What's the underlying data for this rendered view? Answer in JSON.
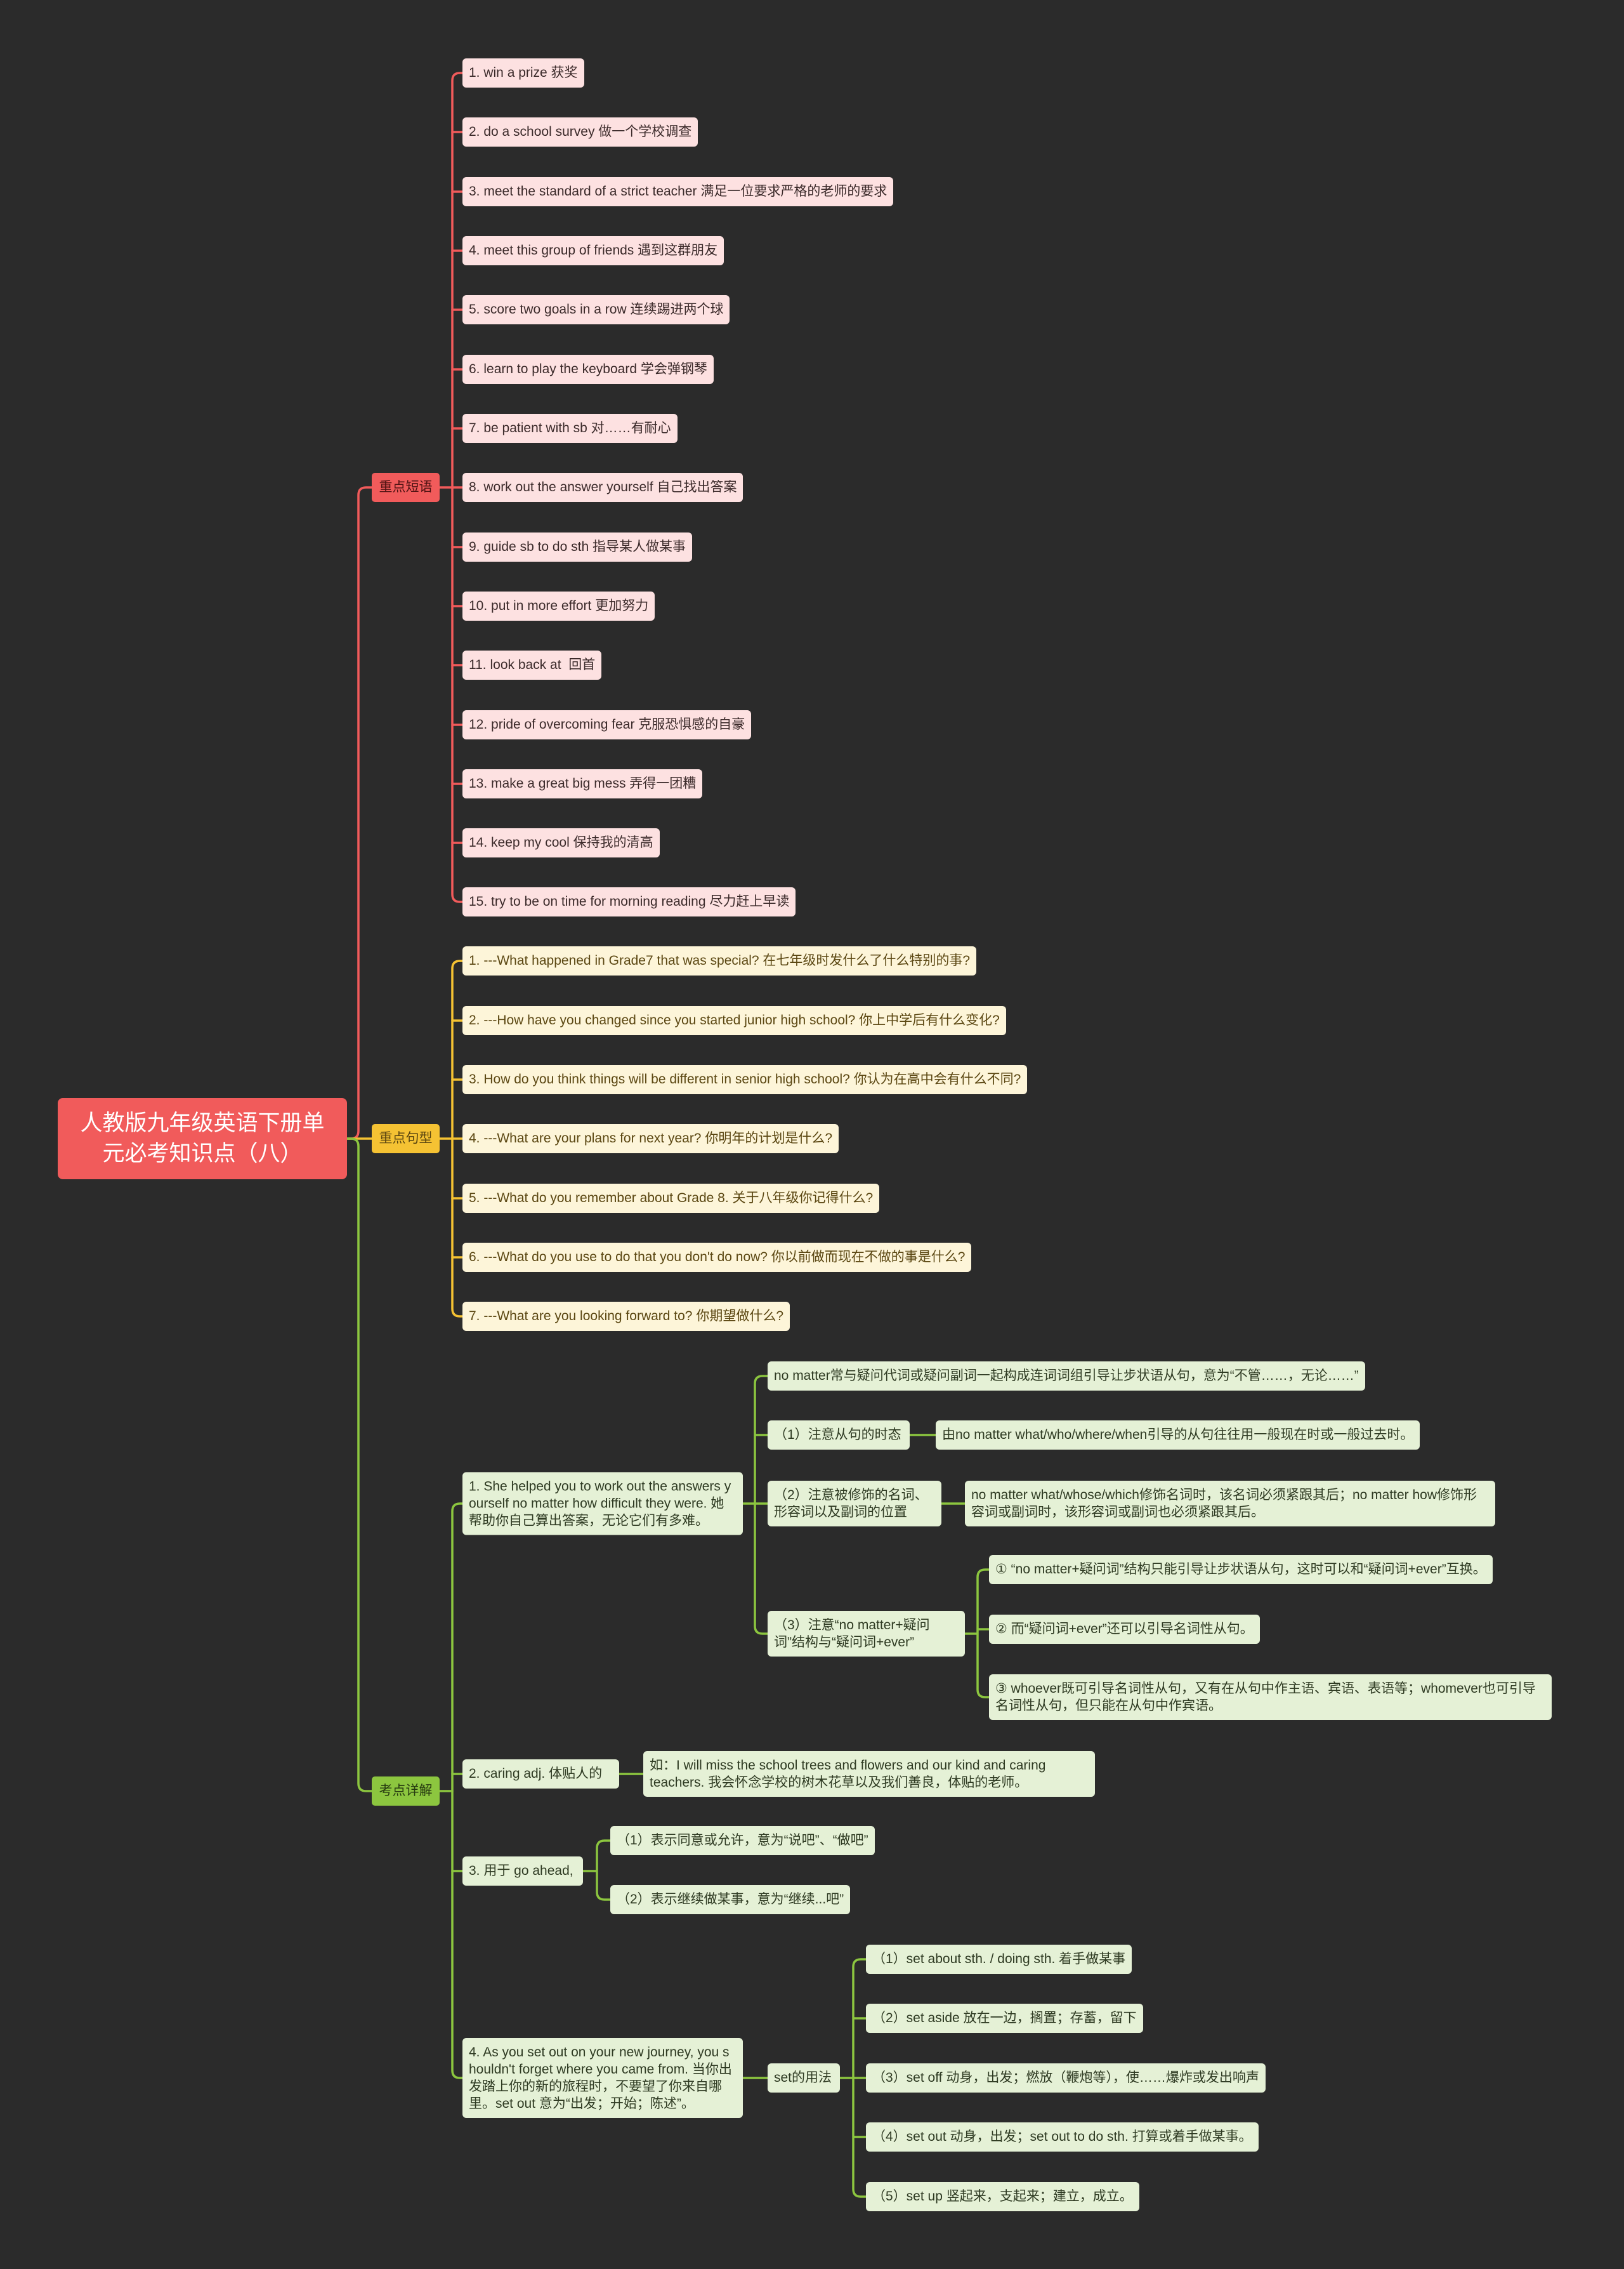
{
  "colors": {
    "background": "#2b2b2b",
    "root": "#f15b5b",
    "phrases_branch": "#f15b5b",
    "phrases_node": "#fde1e1",
    "sentences_branch": "#f5c233",
    "sentences_node": "#fdf5d9",
    "points_branch": "#8cc63f",
    "points_node": "#e5f1d6"
  },
  "mindmap": {
    "root": "人教版九年级英语下册单元必考知识点（八）",
    "phrases": {
      "label": "重点短语",
      "items": [
        "1. win a prize 获奖",
        "2. do a school survey 做一个学校调查",
        "3. meet the standard of a strict teacher 满足一位要求严格的老师的要求",
        "4. meet this group of friends 遇到这群朋友",
        "5. score two goals in a row 连续踢进两个球",
        "6. learn to play the keyboard 学会弹钢琴",
        "7. be patient with sb 对……有耐心",
        "8. work out the answer yourself 自己找出答案",
        "9. guide sb to do sth 指导某人做某事",
        "10. put in more effort 更加努力",
        "11. look back at  回首",
        "12. pride of overcoming fear 克服恐惧感的自豪",
        "13. make a great big mess 弄得一团糟",
        "14. keep my cool 保持我的清高",
        "15. try to be on time for morning reading 尽力赶上早读"
      ]
    },
    "sentences": {
      "label": "重点句型",
      "items": [
        "1. ---What happened in Grade7 that was special? 在七年级时发什么了什么特别的事?",
        "2. ---How have you changed since you started junior high school? 你上中学后有什么变化?",
        "3. How do you think things will be different in senior high school? 你认为在高中会有什么不同?",
        "4. ---What are your plans for next year? 你明年的计划是什么?",
        "5. ---What do you remember about Grade 8. 关于八年级你记得什么?",
        "6. ---What do you use to do that you don't do now? 你以前做而现在不做的事是什么?",
        "7. ---What are you looking forward to? 你期望做什么?"
      ]
    },
    "points": {
      "label": "考点详解",
      "items": [
        {
          "text": "1. She helped you to work out the answers yourself no matter how difficult they were. 她帮助你自己算出答案，无论它们有多难。",
          "notes": [
            {
              "text": "no matter常与疑问代词或疑问副词一起构成连词词组引导让步状语从句，意为“不管……，无论……”"
            },
            {
              "text": "（1）注意从句的时态",
              "notes": [
                {
                  "text": "由no matter what/who/where/when引导的从句往往用一般现在时或一般过去时。"
                }
              ]
            },
            {
              "text": "（2）注意被修饰的名词、形容词以及副词的位置",
              "notes": [
                {
                  "text": "no matter what/whose/which修饰名词时，该名词必须紧跟其后；no matter how修饰形容词或副词时，该形容词或副词也必须紧跟其后。"
                }
              ]
            },
            {
              "text": "（3）注意“no matter+疑问词”结构与“疑问词+ever”",
              "notes": [
                {
                  "text": "① “no matter+疑问词”结构只能引导让步状语从句，这时可以和“疑问词+ever”互换。"
                },
                {
                  "text": "② 而“疑问词+ever”还可以引导名词性从句。"
                },
                {
                  "text": "③ whoever既可引导名词性从句，又有在从句中作主语、宾语、表语等；whomever也可引导名词性从句，但只能在从句中作宾语。"
                }
              ]
            }
          ]
        },
        {
          "text": "2. caring adj. 体贴人的",
          "notes": [
            {
              "text": "如：I will miss the school trees and flowers and our kind and caring teachers. 我会怀念学校的树木花草以及我们善良，体贴的老师。"
            }
          ]
        },
        {
          "text": "3. 用于 go ahead,",
          "notes": [
            {
              "text": "（1）表示同意或允许，意为“说吧”、“做吧”"
            },
            {
              "text": "（2）表示继续做某事，意为“继续...吧”"
            }
          ]
        },
        {
          "text": "4. As you set out on your new journey, you shouldn't forget where you came from. 当你出发踏上你的新的旅程时，不要望了你来自哪里。set out 意为“出发；开始；陈述”。",
          "notes": [
            {
              "text": "set的用法",
              "notes": [
                {
                  "text": "（1）set about sth. / doing sth. 着手做某事"
                },
                {
                  "text": "（2）set aside 放在一边，搁置；存蓄，留下"
                },
                {
                  "text": "（3）set off 动身，出发；燃放（鞭炮等），使……爆炸或发出响声"
                },
                {
                  "text": "（4）set out 动身，出发；set out to do sth. 打算或着手做某事。"
                },
                {
                  "text": "（5）set up 竖起来，支起来；建立，成立。"
                }
              ]
            }
          ]
        }
      ]
    }
  }
}
